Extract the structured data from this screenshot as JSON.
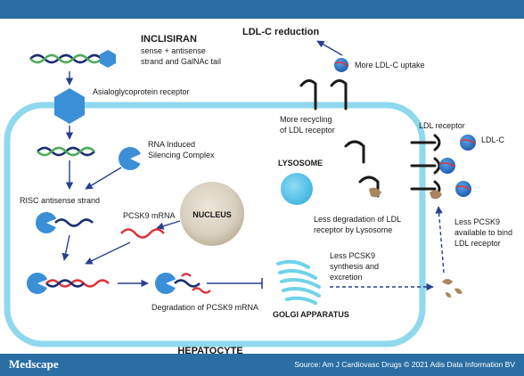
{
  "footer": {
    "brand": "Medscape",
    "source": "Source: Am J Cardiovasc Drugs © 2021 Adis Data Information BV"
  },
  "labels": {
    "inclisiran": "INCLISIRAN",
    "inclisiran_desc_1": "sense + antisense",
    "inclisiran_desc_2": "strand and GalNAc tail",
    "asgpr": "Asialoglycoprotein receptor",
    "risc_1": "RNA Induced",
    "risc_2": "Silencing Complex",
    "risc_antisense": "RISC antisense strand",
    "pcsk9_mrna": "PCSK9 mRNA",
    "nucleus": "NUCLEUS",
    "degradation": "Degradation of PCSK9 mRNA",
    "golgi": "GOLGI APPARATUS",
    "lysosome": "LYSOSOME",
    "hepatocyte": "HEPATOCYTE",
    "ldl_reduction": "LDL-C reduction",
    "more_uptake": "More LDL-C uptake",
    "more_recycling_1": "More recycling",
    "more_recycling_2": "of LDL receptor",
    "less_degradation_1": "Less degradation of LDL",
    "less_degradation_2": "receptor by Lysosome",
    "less_synthesis_1": "Less PCSK9",
    "less_synthesis_2": "synthesis and",
    "less_synthesis_3": "excretion",
    "ldl_receptor": "LDL receptor",
    "ldl_c": "LDL-C",
    "less_pcsk9_bind_1": "Less PCSK9",
    "less_pcsk9_bind_2": "available to bind",
    "less_pcsk9_bind_3": "LDL receptor"
  },
  "colors": {
    "header_blue": "#2a6ea3",
    "cell_membrane": "#8fd8ee",
    "strand_green": "#4daa5a",
    "strand_navy": "#1b2e6e",
    "risc_blue": "#3a8fd6",
    "mrna_red": "#d9363e",
    "receptor_black": "#1a1a1a",
    "pcsk9_brown": "#a88660",
    "ldl_blue": "#2e78c8",
    "lysosome_blue": "#5cc6ec",
    "golgi_teal": "#6fd3e8",
    "nucleus_beige": "#d8d0bf",
    "arrow_navy": "#2a3f8f"
  }
}
